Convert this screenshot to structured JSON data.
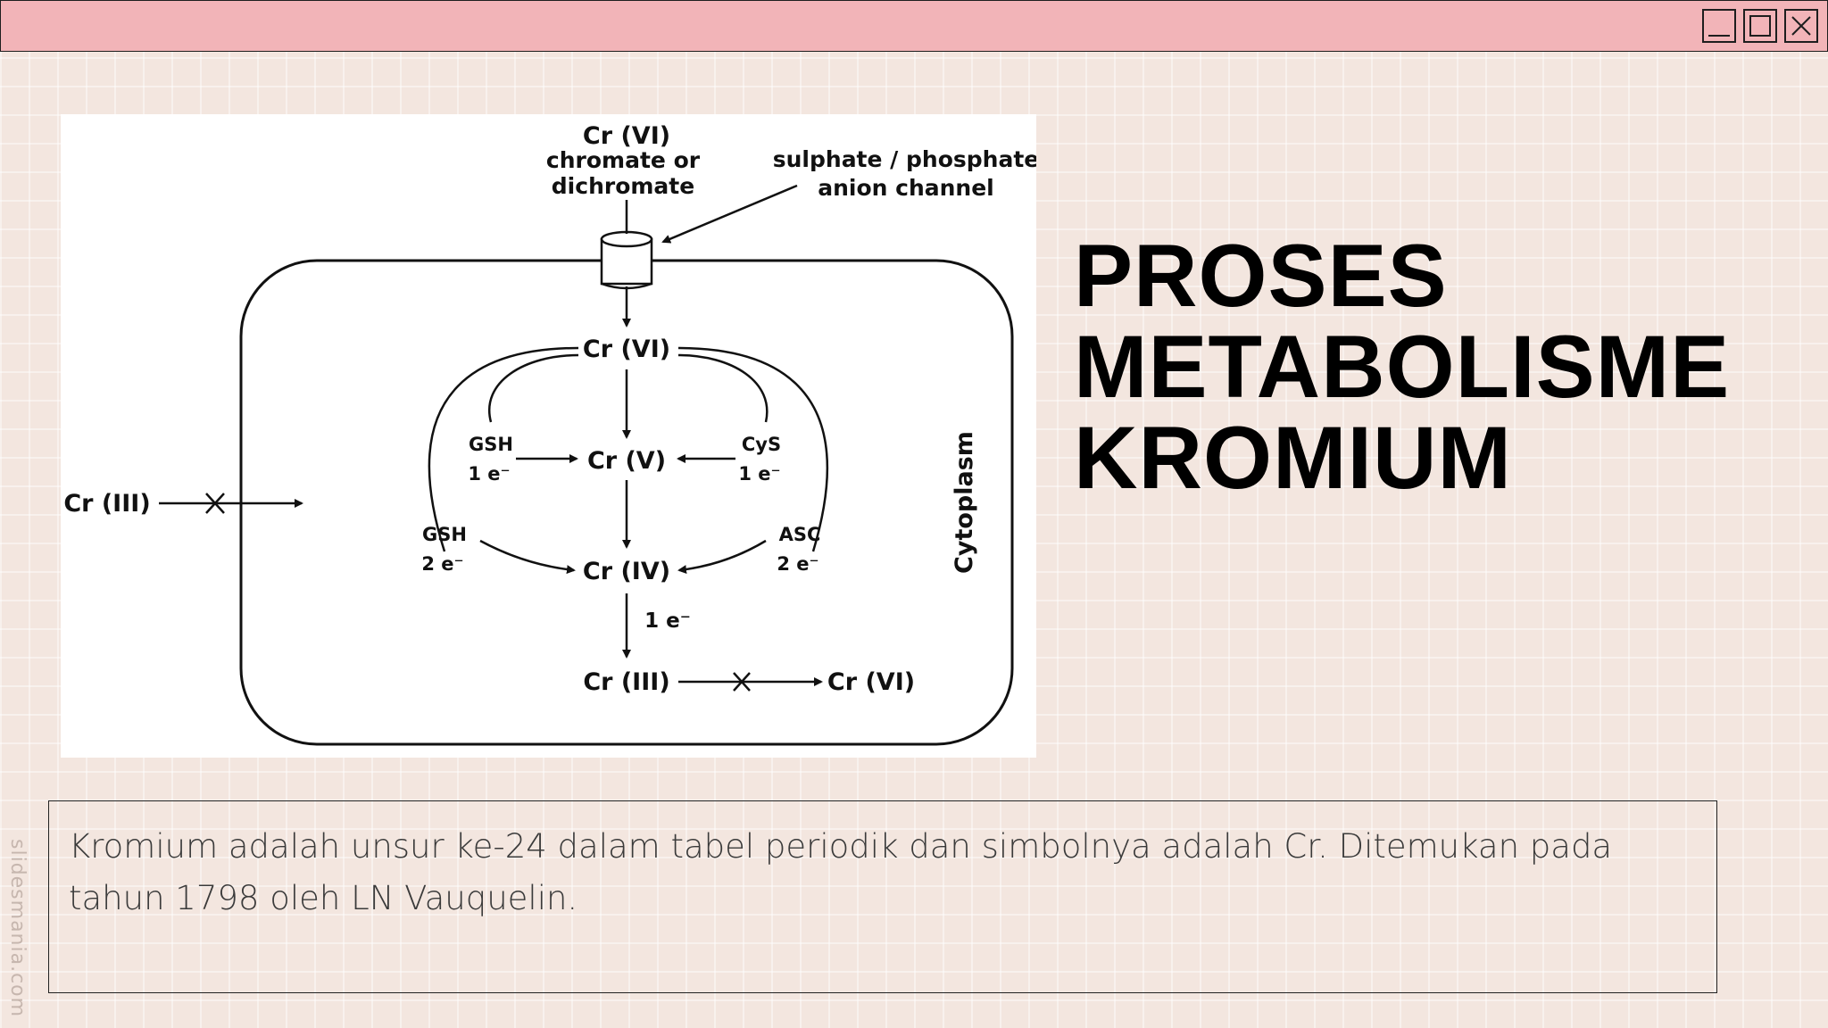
{
  "window": {
    "controls": [
      "minimize-icon",
      "maximize-icon",
      "close-icon"
    ]
  },
  "diagram": {
    "top_label": "Cr (VI)",
    "chromate_line1": "chromate or",
    "chromate_line2": "dichromate",
    "channel_line1": "sulphate / phosphate",
    "channel_line2": "anion channel",
    "cr6_inner": "Cr (VI)",
    "cr5": "Cr (V)",
    "cr4": "Cr (IV)",
    "cr3_inner": "Cr (III)",
    "cr6_out": "Cr (VI)",
    "cr3_outside": "Cr (III)",
    "gsh_top": "GSH",
    "gsh_top_e": "1 e⁻",
    "cys": "CyS",
    "cys_e": "1 e⁻",
    "gsh_bottom": "GSH",
    "gsh_bottom_e": "2 e⁻",
    "asc": "ASC",
    "asc_e": "2 e⁻",
    "cr4_to_cr3_e": "1 e⁻",
    "cytoplasm": "Cytoplasm"
  },
  "title": {
    "line1": "PROSES",
    "line2": "METABOLISME",
    "line3": "KROMIUM"
  },
  "description": "Kromium adalah unsur ke-24 dalam tabel periodik dan simbolnya adalah Cr. Ditemukan pada tahun 1798 oleh LN Vauquelin.",
  "watermark": "slidesmania.com"
}
